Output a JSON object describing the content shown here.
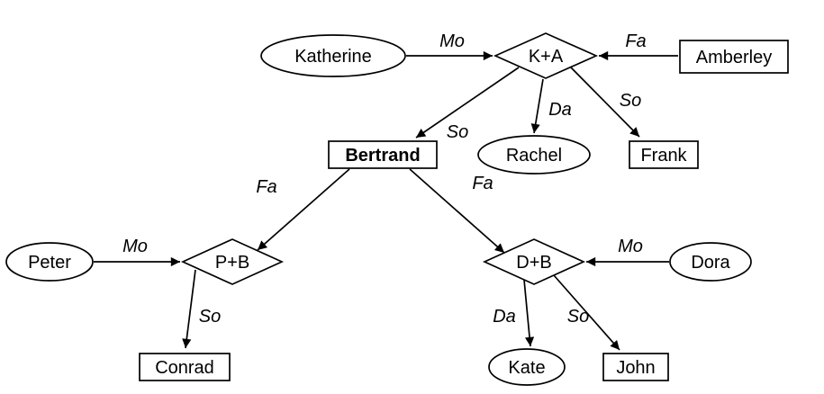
{
  "diagram": {
    "type": "family-tree",
    "colors": {
      "background": "#ffffff",
      "stroke": "#000000",
      "text": "#000000"
    },
    "nodes": {
      "katherine": {
        "label": "Katherine",
        "shape": "ellipse"
      },
      "ka": {
        "label": "K+A",
        "shape": "diamond"
      },
      "amberley": {
        "label": "Amberley",
        "shape": "rectangle"
      },
      "bertrand": {
        "label": "Bertrand",
        "shape": "rectangle",
        "bold": true
      },
      "rachel": {
        "label": "Rachel",
        "shape": "ellipse"
      },
      "frank": {
        "label": "Frank",
        "shape": "rectangle"
      },
      "peter": {
        "label": "Peter",
        "shape": "ellipse"
      },
      "pb": {
        "label": "P+B",
        "shape": "diamond"
      },
      "db": {
        "label": "D+B",
        "shape": "diamond"
      },
      "dora": {
        "label": "Dora",
        "shape": "ellipse"
      },
      "conrad": {
        "label": "Conrad",
        "shape": "rectangle"
      },
      "kate": {
        "label": "Kate",
        "shape": "ellipse"
      },
      "john": {
        "label": "John",
        "shape": "rectangle"
      }
    },
    "edges": {
      "katherine_to_ka": {
        "label": "Mo",
        "from": "katherine",
        "to": "ka"
      },
      "amberley_to_ka": {
        "label": "Fa",
        "from": "amberley",
        "to": "ka"
      },
      "ka_to_bertrand": {
        "label": "So",
        "from": "ka",
        "to": "bertrand"
      },
      "ka_to_rachel": {
        "label": "Da",
        "from": "ka",
        "to": "rachel"
      },
      "ka_to_frank": {
        "label": "So",
        "from": "ka",
        "to": "frank"
      },
      "bertrand_to_pb": {
        "label": "Fa",
        "from": "bertrand",
        "to": "pb"
      },
      "bertrand_to_db": {
        "label": "Fa",
        "from": "bertrand",
        "to": "db"
      },
      "peter_to_pb": {
        "label": "Mo",
        "from": "peter",
        "to": "pb"
      },
      "dora_to_db": {
        "label": "Mo",
        "from": "dora",
        "to": "db"
      },
      "pb_to_conrad": {
        "label": "So",
        "from": "pb",
        "to": "conrad"
      },
      "db_to_kate": {
        "label": "Da",
        "from": "db",
        "to": "kate"
      },
      "db_to_john": {
        "label": "So",
        "from": "db",
        "to": "john"
      }
    }
  }
}
